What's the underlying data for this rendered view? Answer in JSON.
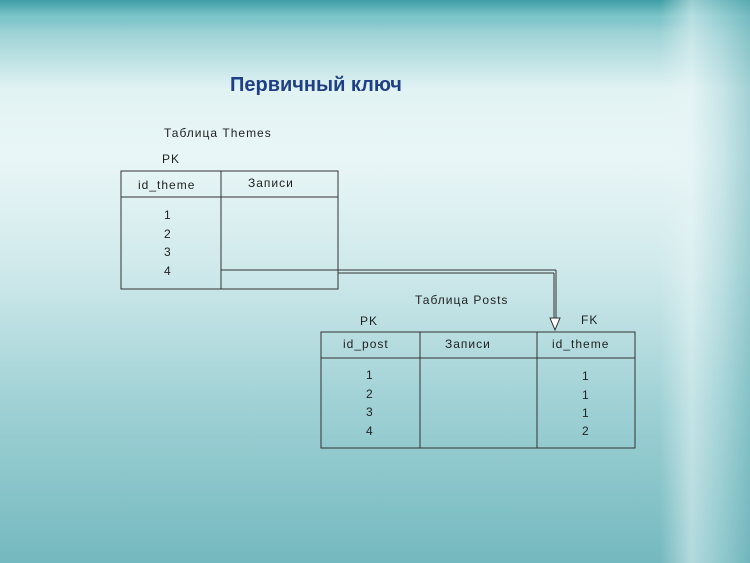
{
  "title": "Первичный ключ",
  "themes_table": {
    "caption": "Таблица Themes",
    "key_label": "PK",
    "columns": [
      "id_theme",
      "Записи"
    ],
    "rows": [
      "1",
      "2",
      "3",
      "4"
    ]
  },
  "posts_table": {
    "caption": "Таблица Posts",
    "pk_label": "PK",
    "fk_label": "FK",
    "columns": [
      "id_post",
      "Записи",
      "id_theme"
    ],
    "id_post": [
      "1",
      "2",
      "3",
      "4"
    ],
    "id_theme": [
      "1",
      "1",
      "1",
      "2"
    ]
  }
}
